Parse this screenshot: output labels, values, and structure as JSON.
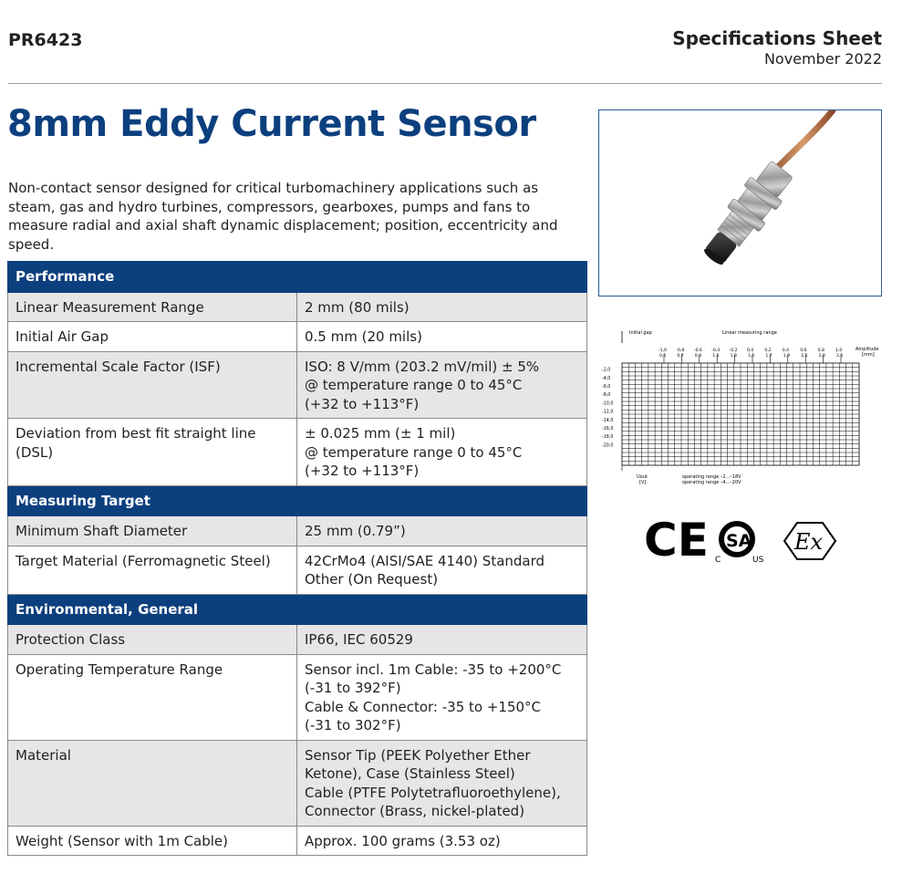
{
  "header": {
    "product_code": "PR6423",
    "doc_type": "Specifications Sheet",
    "date": "November 2022"
  },
  "title": "8mm Eddy Current Sensor",
  "description": "Non-contact sensor designed for critical turbomachinery applications such as steam, gas and hydro turbines, compressors, gearboxes, pumps and fans to measure radial and axial shaft dynamic displacement; position, eccentricity and speed.",
  "sections": [
    {
      "title": "Performance",
      "rows": [
        {
          "label": "Linear Measurement Range",
          "value": [
            "2 mm (80 mils)"
          ]
        },
        {
          "label": "Initial Air Gap",
          "value": [
            "0.5 mm (20 mils)"
          ]
        },
        {
          "label": "Incremental Scale Factor (ISF)",
          "value": [
            "ISO: 8 V/mm (203.2 mV/mil) ± 5%",
            "@ temperature range 0 to 45°C",
            "(+32 to +113°F)"
          ]
        },
        {
          "label": "Deviation from best fit straight line (DSL)",
          "value": [
            "± 0.025 mm (± 1 mil)",
            "@ temperature range 0 to 45°C",
            "(+32 to +113°F)"
          ]
        }
      ]
    },
    {
      "title": "Measuring Target",
      "rows": [
        {
          "label": "Minimum Shaft Diameter",
          "value": [
            "25 mm (0.79”)"
          ]
        },
        {
          "label": "Target Material (Ferromagnetic Steel)",
          "value": [
            "42CrMo4 (AISI/SAE 4140) Standard",
            "Other (On Request)"
          ]
        }
      ]
    },
    {
      "title": "Environmental, General",
      "rows": [
        {
          "label": "Protection Class",
          "value": [
            "IP66, IEC 60529"
          ]
        },
        {
          "label": "Operating Temperature Range",
          "value": [
            "Sensor incl. 1m Cable: -35 to +200°C",
            "(-31 to 392°F)",
            "Cable & Connector: -35 to +150°C",
            "(-31 to 302°F)"
          ]
        },
        {
          "label": "Material",
          "value": [
            "Sensor Tip (PEEK Polyether Ether",
            "Ketone), Case (Stainless Steel)",
            "Cable (PTFE Polytetrafluoroethylene),",
            "Connector (Brass, nickel-plated)"
          ]
        },
        {
          "label": "Weight (Sensor with 1m Cable)",
          "value": [
            "Approx. 100 grams (3.53 oz)"
          ]
        }
      ]
    }
  ],
  "images": {
    "photo": "eddy-current-sensor-photo"
  },
  "diagram": {
    "label_initial_gap": "Initial gap",
    "label_linear_range": "Linear measuring range",
    "label_amplitude": "Amplitude",
    "label_amplitude_unit": "[mm]",
    "label_uout": "Uout",
    "label_uout_unit": "[V]",
    "label_op_range_1": "operating range –2...–18V",
    "label_op_range_2": "operating range –4...–20V",
    "amp_top": [
      "-1,0",
      "-0,8",
      "-0,6",
      "-0,4",
      "-0,2",
      "0,0",
      "0,2",
      "0,4",
      "0,6",
      "0,8",
      "1,0"
    ],
    "amp_bottom": [
      "0,5",
      "0,7",
      "0,9",
      "1,1",
      "1,3",
      "1,5",
      "1,7",
      "1,9",
      "2,1",
      "2,3",
      "2,5"
    ],
    "y_ticks": [
      "-2,0",
      "-4,0",
      "-6,0",
      "-8,0",
      "-10,0",
      "-12,0",
      "-14,0",
      "-16,0",
      "-18,0",
      "-20,0"
    ]
  },
  "certifications": {
    "ce": "CE",
    "csa_c": "C",
    "csa_us": "US",
    "ex": "Ex"
  }
}
